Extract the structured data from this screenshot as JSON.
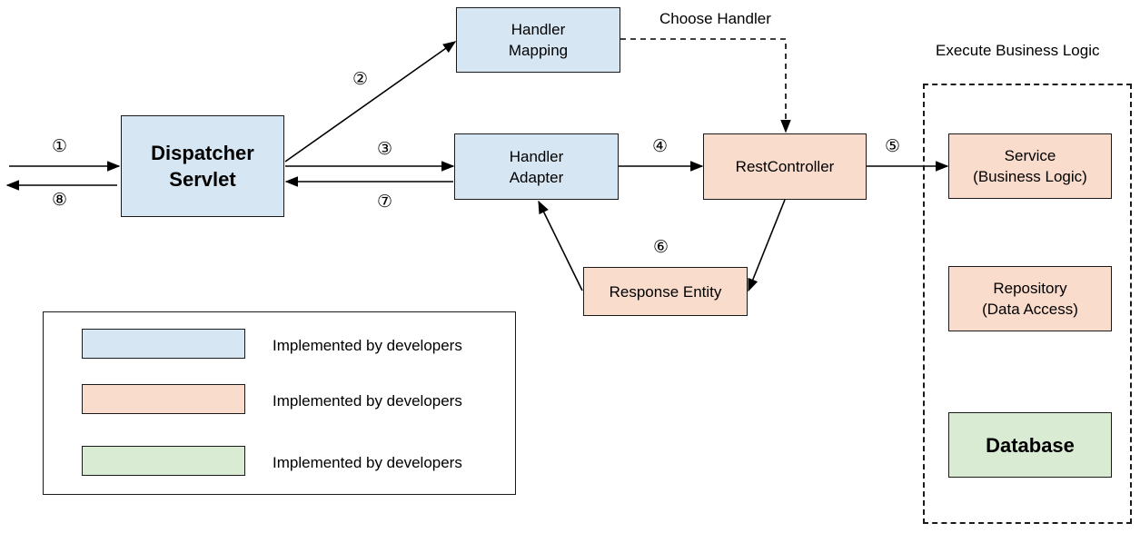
{
  "nodes": {
    "dispatcher": [
      "Dispatcher",
      "Servlet"
    ],
    "handler_mapping": [
      "Handler",
      "Mapping"
    ],
    "handler_adapter": [
      "Handler",
      "Adapter"
    ],
    "rest_controller": [
      "RestController"
    ],
    "response_entity": [
      "Response Entity"
    ],
    "service": [
      "Service",
      "(Business Logic)"
    ],
    "repository": [
      "Repository",
      "(Data Access)"
    ],
    "database": [
      "Database"
    ]
  },
  "labels": {
    "choose_handler": "Choose Handler",
    "execute_business_logic": "Execute Business Logic"
  },
  "steps": {
    "s1": "①",
    "s2": "②",
    "s3": "③",
    "s4": "④",
    "s5": "⑤",
    "s6": "⑥",
    "s7": "⑦",
    "s8": "⑧"
  },
  "legend": [
    {
      "color": "#d6e6f3",
      "label": "Implemented by developers"
    },
    {
      "color": "#f9dccc",
      "label": "Implemented by developers"
    },
    {
      "color": "#d9ebd3",
      "label": "Implemented by developers"
    }
  ]
}
